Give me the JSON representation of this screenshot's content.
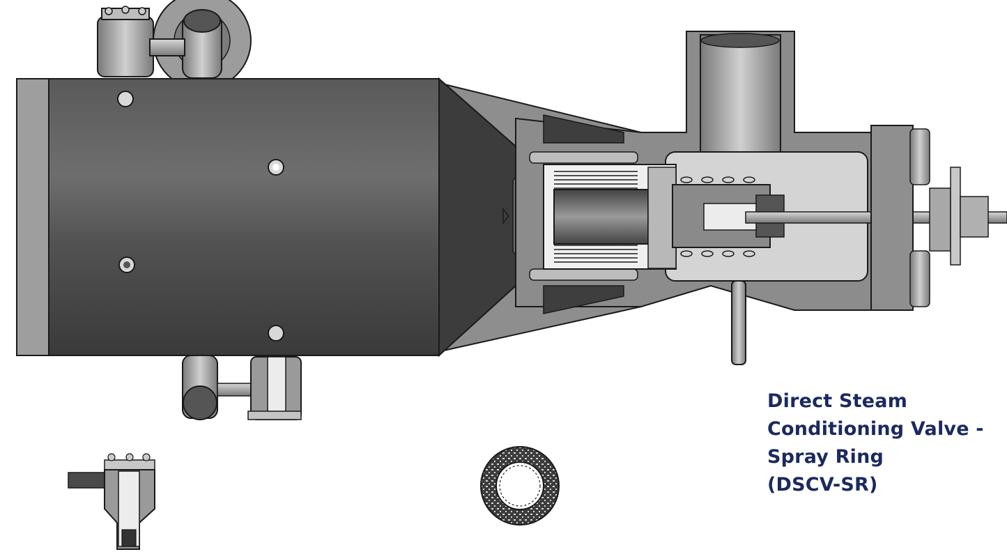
{
  "caption": {
    "line1": "Direct Steam",
    "line2": "Conditioning Valve -",
    "line3": "Spray Ring",
    "line4": "(DSCV-SR)"
  },
  "colors": {
    "title": "#1b2a5e",
    "body_dark": "#4a4a4a",
    "body_light": "#9a9a9a",
    "outline": "#1a1a1a",
    "section": "#8c8c8c"
  }
}
